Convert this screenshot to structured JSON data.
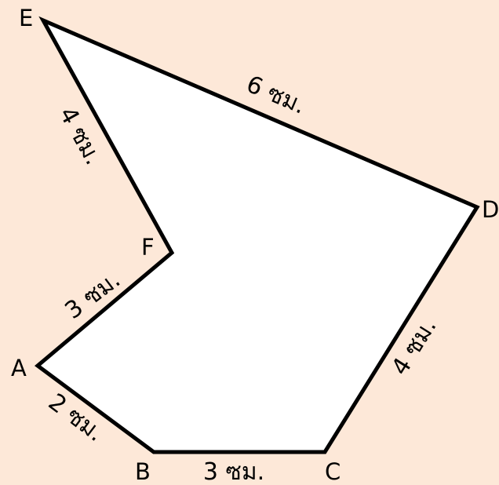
{
  "colors": {
    "background": "#fde8d8",
    "shape_fill": "#ffffff",
    "shape_stroke": "#000000"
  },
  "vertices": {
    "A": "A",
    "B": "B",
    "C": "C",
    "D": "D",
    "E": "E",
    "F": "F"
  },
  "sides": {
    "ab": "2 ซม.",
    "bc": "3 ซม.",
    "cd": "4 ซม.",
    "de": "6 ซม.",
    "ef": "4 ซม.",
    "fa": "3 ซม."
  }
}
